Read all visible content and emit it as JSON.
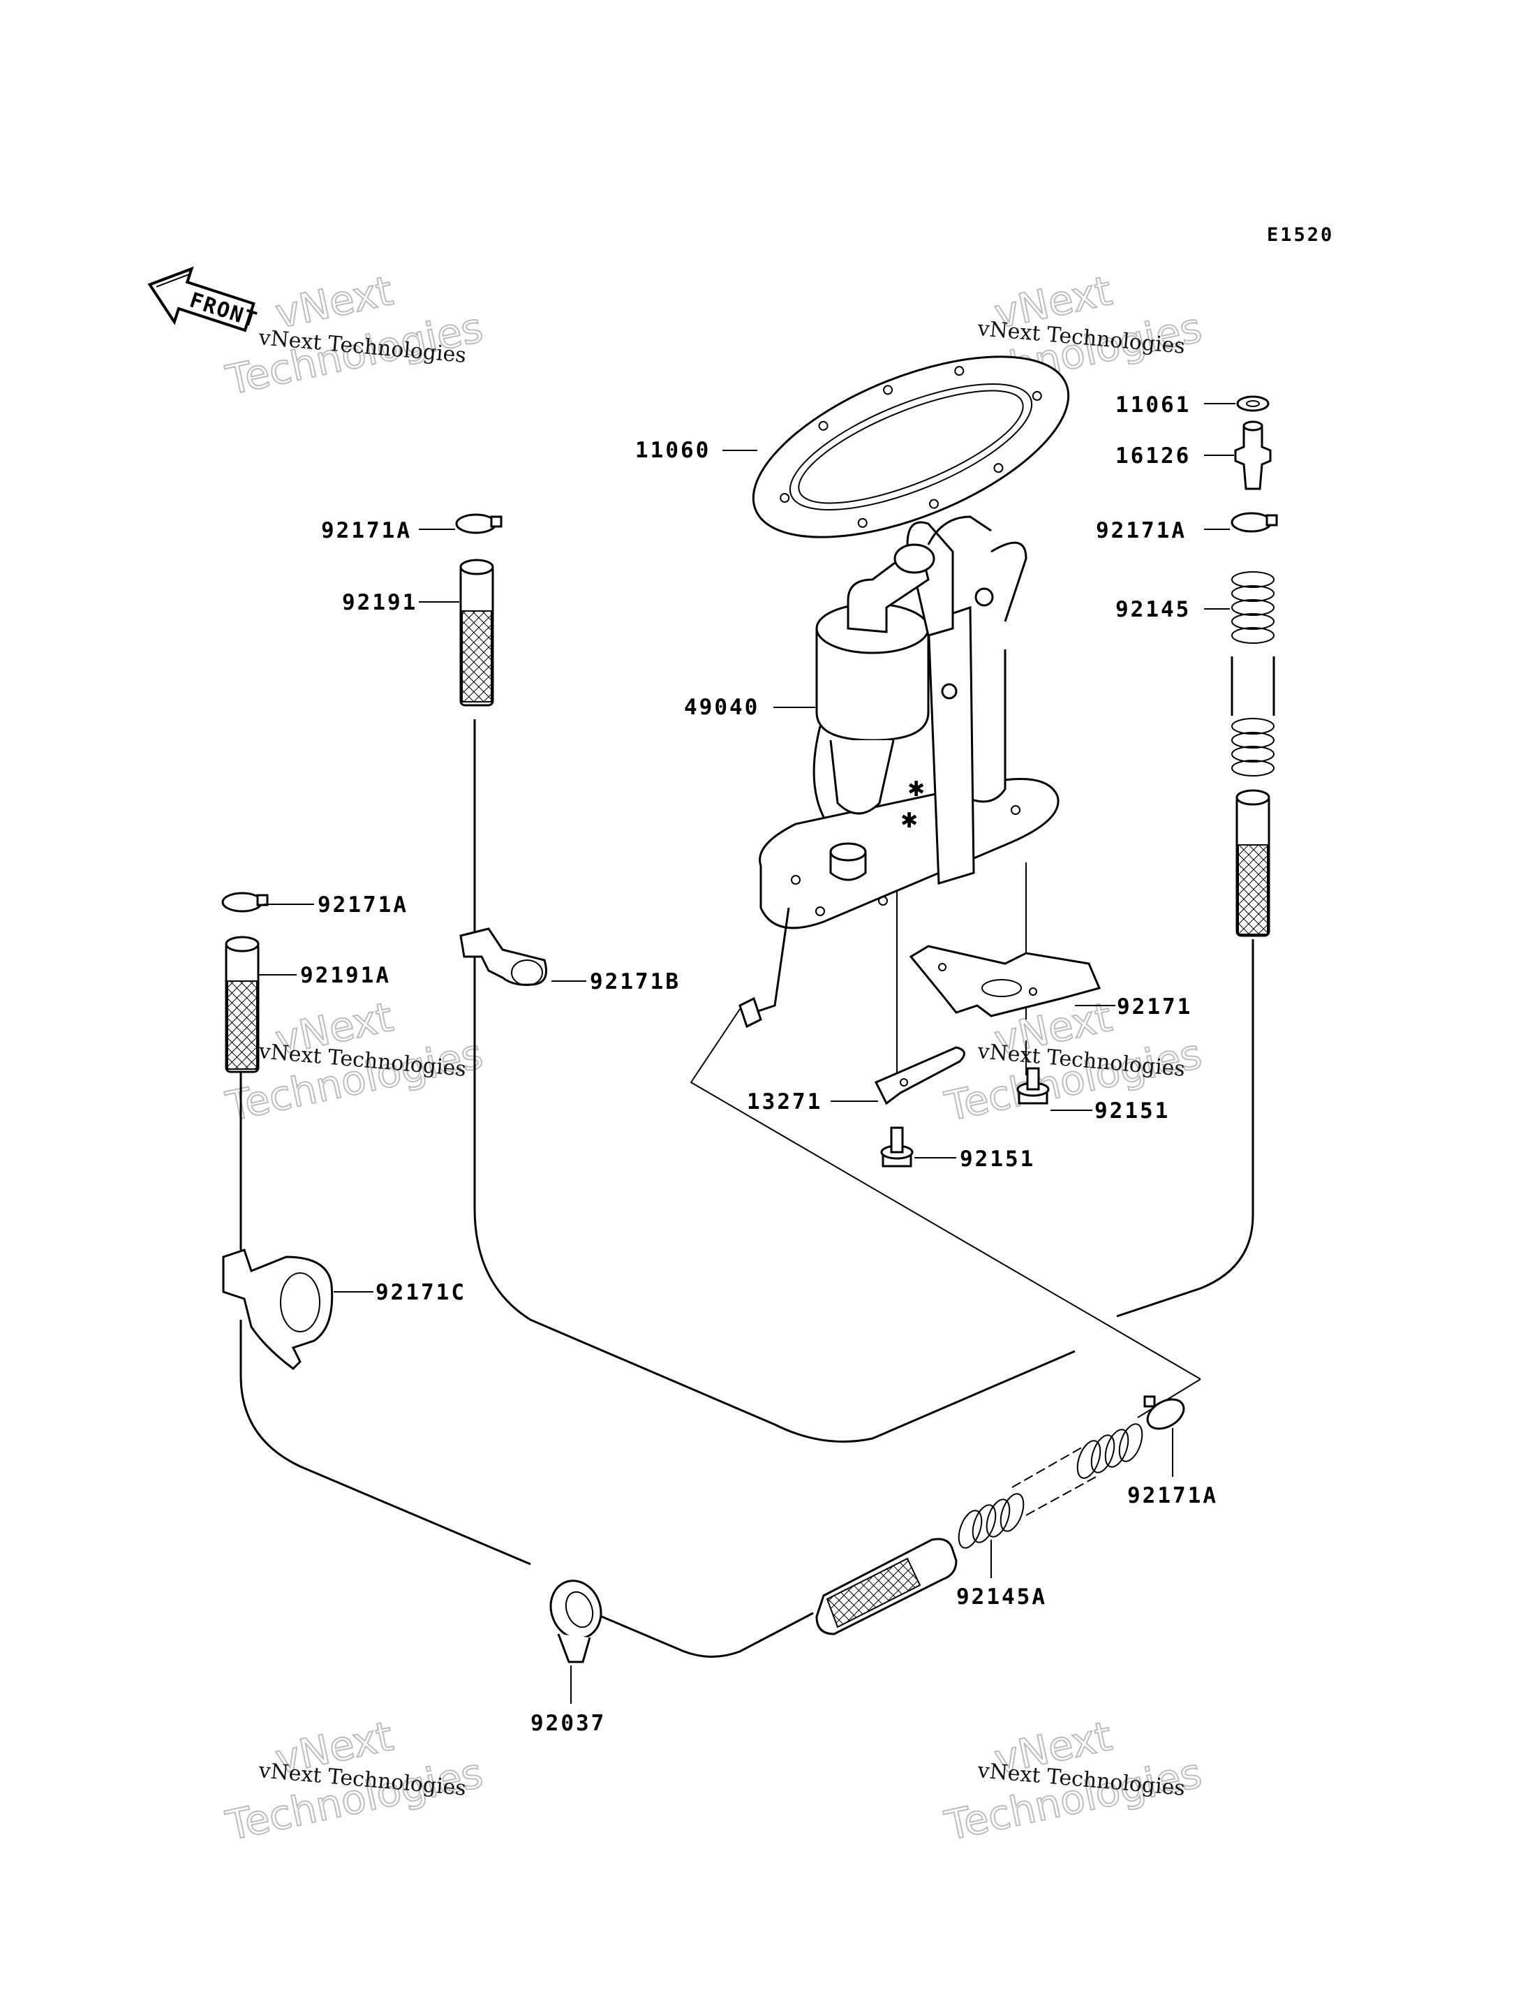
{
  "diagram": {
    "code": "E1520",
    "front_label": "FRONT",
    "watermark": {
      "line1": "vNext Technologies",
      "line2": "vNext",
      "line3": "Technologies"
    },
    "parts": [
      {
        "id": "p11061",
        "label": "11061"
      },
      {
        "id": "p11060",
        "label": "11060"
      },
      {
        "id": "p16126",
        "label": "16126"
      },
      {
        "id": "p92171A_1",
        "label": "92171A"
      },
      {
        "id": "p92171A_2",
        "label": "92171A"
      },
      {
        "id": "p92191",
        "label": "92191"
      },
      {
        "id": "p92145",
        "label": "92145"
      },
      {
        "id": "p49040",
        "label": "49040"
      },
      {
        "id": "p92171A_3",
        "label": "92171A"
      },
      {
        "id": "p92191A",
        "label": "92191A"
      },
      {
        "id": "p92171B",
        "label": "92171B"
      },
      {
        "id": "p92171",
        "label": "92171"
      },
      {
        "id": "p13271",
        "label": "13271"
      },
      {
        "id": "p92151_1",
        "label": "92151"
      },
      {
        "id": "p92151_2",
        "label": "92151"
      },
      {
        "id": "p92171C",
        "label": "92171C"
      },
      {
        "id": "p92171A_4",
        "label": "92171A"
      },
      {
        "id": "p92145A",
        "label": "92145A"
      },
      {
        "id": "p92037",
        "label": "92037"
      }
    ]
  }
}
